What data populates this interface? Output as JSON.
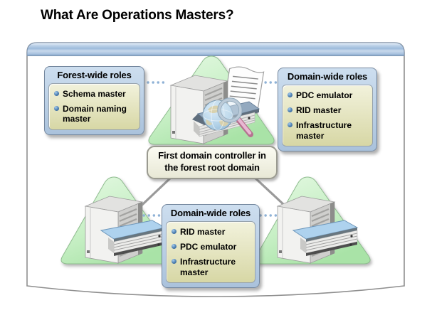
{
  "title": "What Are Operations Masters?",
  "colors": {
    "title_text": "#000000",
    "frame_border": "#8f8f8f",
    "header_bar_blue": "#9dbbdc",
    "role_box_blue": "#b3c8e0",
    "role_panel_khaki": "#e5e2bd",
    "triangle_green": "#c6efc4",
    "dotted_line_blue": "#8fb2d6",
    "connector_gray": "#9a9a9a",
    "bullet_blue": "#4d7eb0",
    "magnifier_handle_pink": "#dda5c4",
    "book_cover_blue": "#aed2ee"
  },
  "boxes": {
    "forest": {
      "header": "Forest-wide roles",
      "items": [
        "Schema master",
        "Domain naming master"
      ]
    },
    "domain_top": {
      "header": "Domain-wide roles",
      "items": [
        "PDC emulator",
        "RID master",
        "Infrastructure master"
      ]
    },
    "domain_bottom": {
      "header": "Domain-wide roles",
      "items": [
        "RID master",
        "PDC emulator",
        "Infrastructure master"
      ]
    }
  },
  "center_label": {
    "line1": "First domain controller in",
    "line2": "the forest root domain"
  }
}
